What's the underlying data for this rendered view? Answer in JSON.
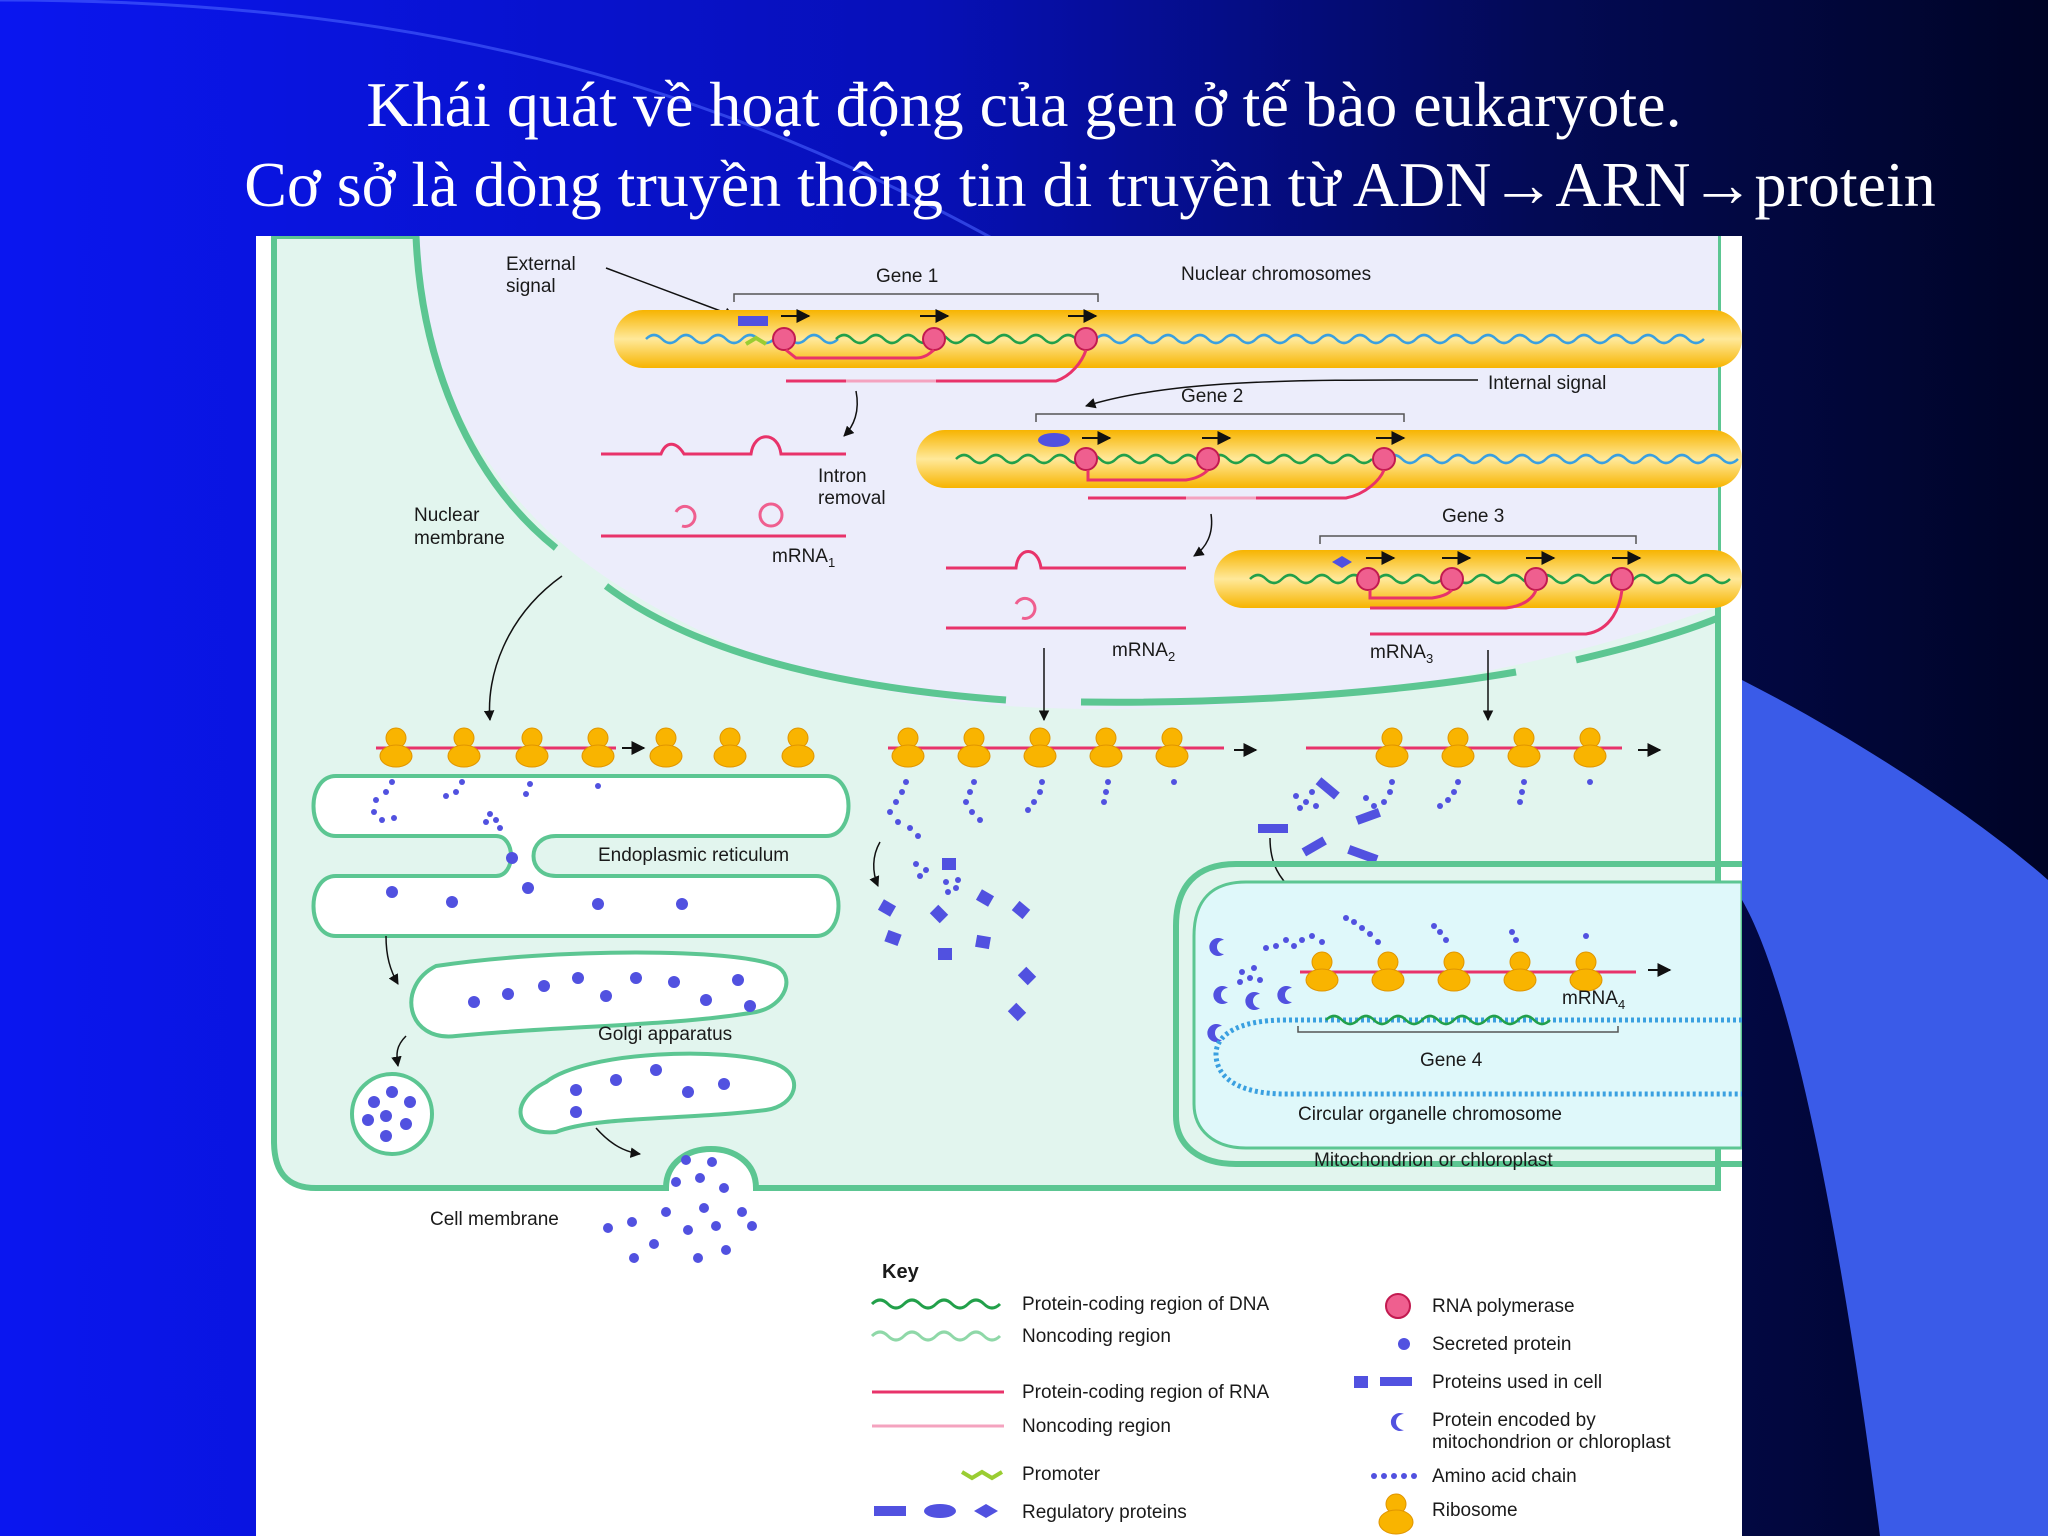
{
  "slide": {
    "title_line1": "Khái quát về hoạt động của gen ở tế bào eukaryote.",
    "title_line2": "Cơ sở là dòng truyền thông tin di truyền từ ADN→ARN→protein",
    "colors": {
      "bg_blue": "#0a16f0",
      "bg_dark": "#000426",
      "accent_blue": "#3a5be8"
    }
  },
  "diagram": {
    "labels": {
      "external_signal": [
        "External",
        "signal"
      ],
      "gene1": "Gene 1",
      "nuclear_chromosomes": "Nuclear chromosomes",
      "internal_signal": "Internal signal",
      "gene2": "Gene 2",
      "intron_removal": [
        "Intron",
        "removal"
      ],
      "nuclear_membrane": [
        "Nuclear",
        "membrane"
      ],
      "mrna1": "mRNA",
      "mrna1_sub": "1",
      "gene3": "Gene 3",
      "mrna2": "mRNA",
      "mrna2_sub": "2",
      "mrna3": "mRNA",
      "mrna3_sub": "3",
      "er": "Endoplasmic reticulum",
      "golgi": "Golgi apparatus",
      "cell_membrane": "Cell membrane",
      "mrna4": "mRNA",
      "mrna4_sub": "4",
      "gene4": "Gene 4",
      "circular_chromosome": "Circular organelle chromosome",
      "mito": "Mitochondrion or chloroplast"
    },
    "key": {
      "title": "Key",
      "items": [
        "Protein-coding region of DNA",
        "Noncoding region",
        "Protein-coding region of RNA",
        "Noncoding region",
        "Promoter",
        "Regulatory proteins",
        "RNA polymerase",
        "Secreted protein",
        "Proteins used in cell",
        "Protein encoded by",
        "mitochondrion or chloroplast",
        "Amino acid chain",
        "Ribosome"
      ]
    },
    "colors": {
      "cytoplasm": "#e2f5ee",
      "nucleus": "#ecedfb",
      "membrane": "#5cc692",
      "chromosome": "#f9c21a",
      "rna": "#e8336a",
      "protein": "#5151e0",
      "polymerase": "#ef5f8f",
      "mito_inner": "#dff8fa"
    }
  }
}
